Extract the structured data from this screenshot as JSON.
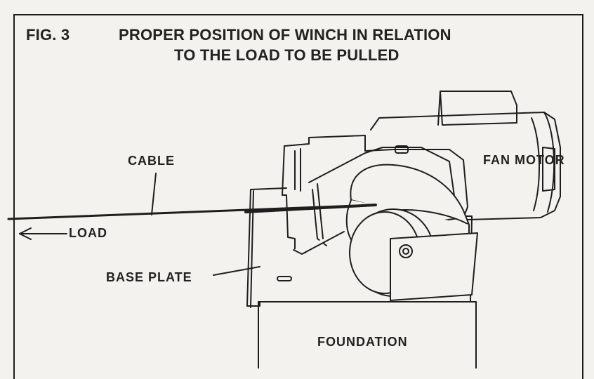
{
  "figure": {
    "number": "FIG. 3",
    "title_line1": "PROPER POSITION OF WINCH IN RELATION",
    "title_line2": "TO THE LOAD TO BE PULLED"
  },
  "labels": {
    "cable": "CABLE",
    "fan_motor": "FAN MOTOR",
    "load": "LOAD",
    "base_plate": "BASE PLATE",
    "foundation": "FOUNDATION"
  }
}
